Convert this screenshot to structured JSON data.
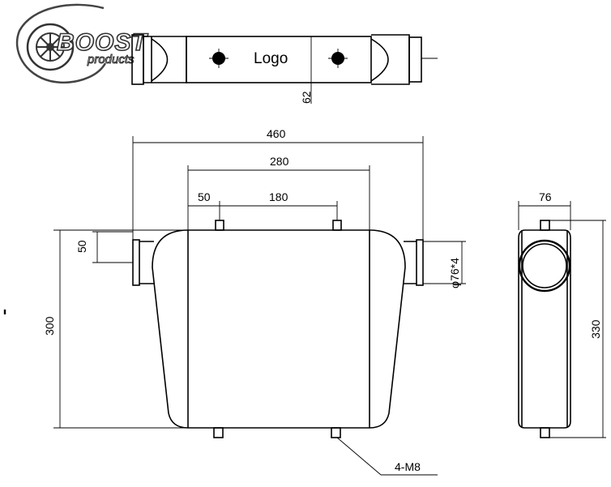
{
  "brand": {
    "name": "BOOST",
    "tagline": "products"
  },
  "top_view": {
    "logo_label": "Logo",
    "height_label": "62"
  },
  "front_view": {
    "width_overall": "460",
    "width_core": "280",
    "stud_offset": "50",
    "stud_spacing": "180",
    "inlet_offset": "50",
    "height_core": "300",
    "pipe_diameter": "φ76*4",
    "mount_studs": "4-M8"
  },
  "side_view": {
    "depth": "76",
    "height_overall": "330"
  }
}
